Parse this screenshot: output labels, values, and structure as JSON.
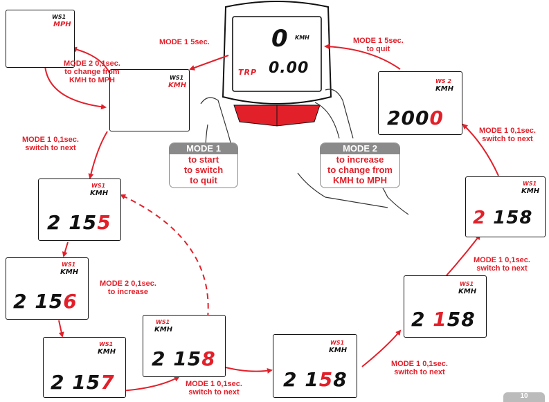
{
  "device": {
    "top_value": "0",
    "speed_unit": "KMH",
    "mode_label": "TRP",
    "bottom_value": "0.00"
  },
  "screens": {
    "mph_setting": {
      "ws": "WS1",
      "unit": "MPH"
    },
    "kmh_setting": {
      "ws": "WS1",
      "unit": "KMH"
    },
    "ws1_digit4": {
      "ws": "WS1",
      "unit": "KMH",
      "prefix": "2 15",
      "hl": "5",
      "suffix": ""
    },
    "ws1_incr": {
      "ws": "WS1",
      "unit": "KMH",
      "prefix": "2 15",
      "hl": "6",
      "suffix": ""
    },
    "ws1_incr2": {
      "ws": "WS1",
      "unit": "KMH",
      "prefix": "2 15",
      "hl": "7",
      "suffix": ""
    },
    "ws1_incr3": {
      "ws": "WS1",
      "unit": "KMH",
      "prefix": "2 15",
      "hl": "8",
      "suffix": ""
    },
    "ws1_digit3": {
      "ws": "WS1",
      "unit": "KMH",
      "prefix": "2 1",
      "hl": "5",
      "suffix": "8"
    },
    "ws1_digit2": {
      "ws": "WS1",
      "unit": "KMH",
      "prefix": "2 ",
      "hl": "1",
      "suffix": "58"
    },
    "ws1_digit1": {
      "ws": "WS1",
      "unit": "KMH",
      "prefix": "",
      "hl": "2",
      "suffix": " 158"
    },
    "ws2_digit4": {
      "ws": "WS 2",
      "unit": "KMH",
      "prefix": "200",
      "hl": "0",
      "suffix": ""
    }
  },
  "labels": {
    "mode1_5sec": "MODE 1  5sec.",
    "mode1_5sec_quit_a": "MODE 1  5sec.",
    "mode1_5sec_quit_b": "to quit",
    "mode2_change_a": "MODE 2  0,1sec.",
    "mode2_change_b": "to change from",
    "mode2_change_c": "KMH to MPH",
    "mode1_next_left_a": "MODE 1  0,1sec.",
    "mode1_next_left_b": "switch to next",
    "mode2_incr_a": "MODE 2  0,1sec.",
    "mode2_incr_b": "to increase",
    "mode1_next_bottom_a": "MODE 1  0,1sec.",
    "mode1_next_bottom_b": "switch to next",
    "mode1_next_br_a": "MODE 1  0,1sec.",
    "mode1_next_br_b": "switch to next",
    "mode1_next_r1_a": "MODE 1  0,1sec.",
    "mode1_next_r1_b": "switch to next",
    "mode1_next_r2_a": "MODE 1  0,1sec.",
    "mode1_next_r2_b": "switch to next"
  },
  "mode1_box": {
    "title": "MODE 1",
    "lines": [
      "to start",
      "to switch",
      "to quit"
    ]
  },
  "mode2_box": {
    "title": "MODE 2",
    "lines": [
      "to increase",
      "to change from",
      "KMH to MPH"
    ]
  },
  "page_number": "10",
  "colors": {
    "accent": "#e2202a",
    "outline": "#111111",
    "box_header": "#8a8a8a"
  }
}
